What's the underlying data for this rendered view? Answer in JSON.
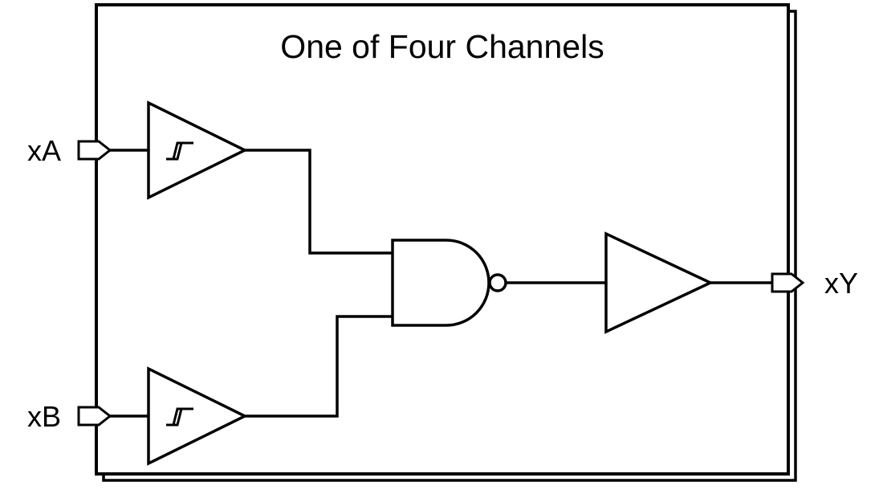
{
  "diagram": {
    "title": "One of Four Channels",
    "inputs": [
      {
        "label": "xA"
      },
      {
        "label": "xB"
      }
    ],
    "output": {
      "label": "xY"
    },
    "components": [
      {
        "id": "schmitt-trigger-a",
        "type": "schmitt-buffer"
      },
      {
        "id": "schmitt-trigger-b",
        "type": "schmitt-buffer"
      },
      {
        "id": "nand-gate",
        "type": "nand"
      },
      {
        "id": "output-buffer",
        "type": "buffer"
      }
    ],
    "colors": {
      "line": "#000000",
      "background": "#ffffff"
    }
  }
}
